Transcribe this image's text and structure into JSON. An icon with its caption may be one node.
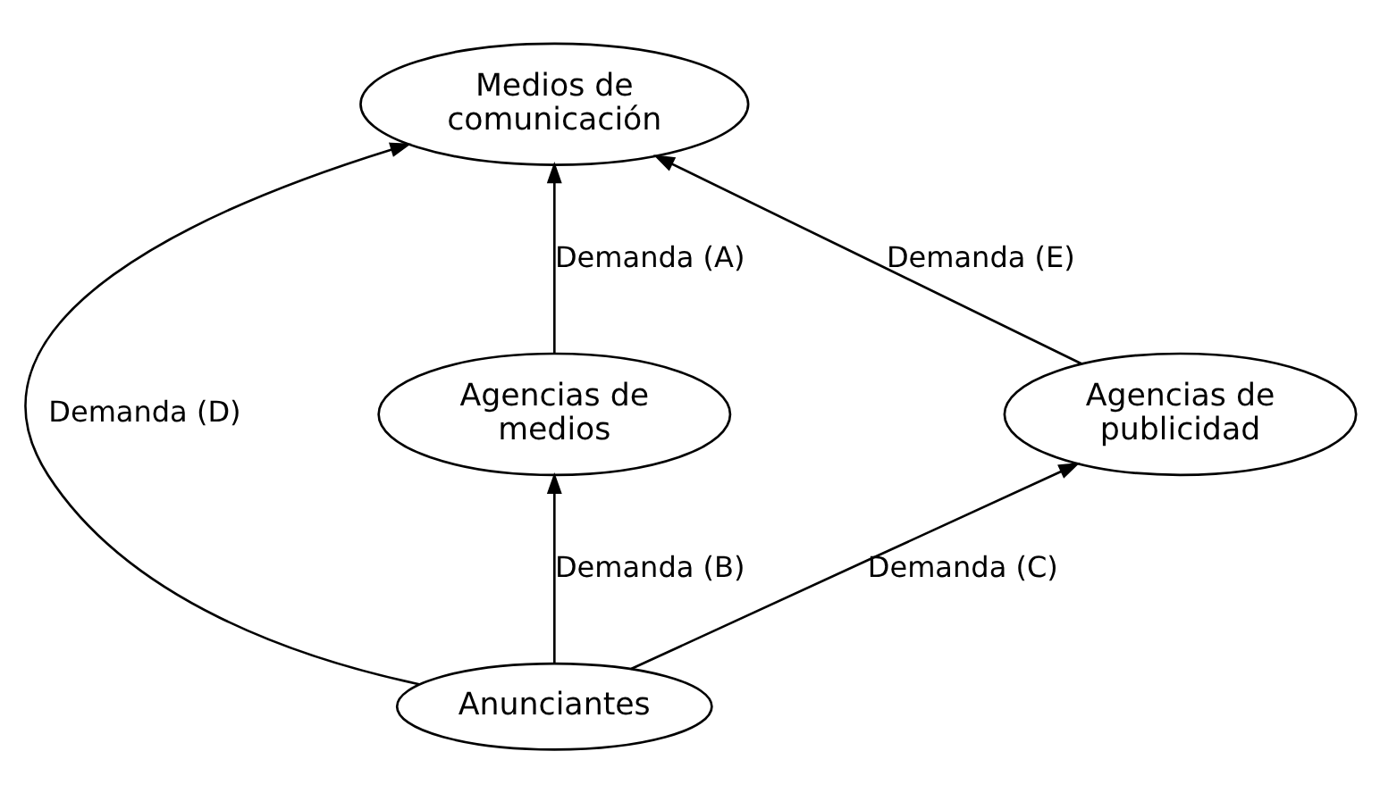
{
  "diagram": {
    "nodes": [
      {
        "text": [
          "Medios de comunicación"
        ]
      },
      {
        "text": [
          "Agencias de medios"
        ]
      },
      {
        "text": [
          "Agencias de publicidad"
        ]
      },
      {
        "text": [
          "Anunciantes"
        ]
      }
    ],
    "edges": [
      {
        "from": 1,
        "to": 0,
        "arrow": "to",
        "label": "Demanda (A)"
      },
      {
        "from": 3,
        "to": 1,
        "arrow": "to",
        "label": "Demanda (B)"
      },
      {
        "from": 3,
        "to": 2,
        "arrow": "to",
        "label": "Demanda (C)"
      },
      {
        "from": 3,
        "to": 0,
        "arrow": "to",
        "label": "Demanda (D)"
      },
      {
        "from": 2,
        "to": 0,
        "arrow": "to",
        "label": "Demanda (E)"
      }
    ]
  }
}
